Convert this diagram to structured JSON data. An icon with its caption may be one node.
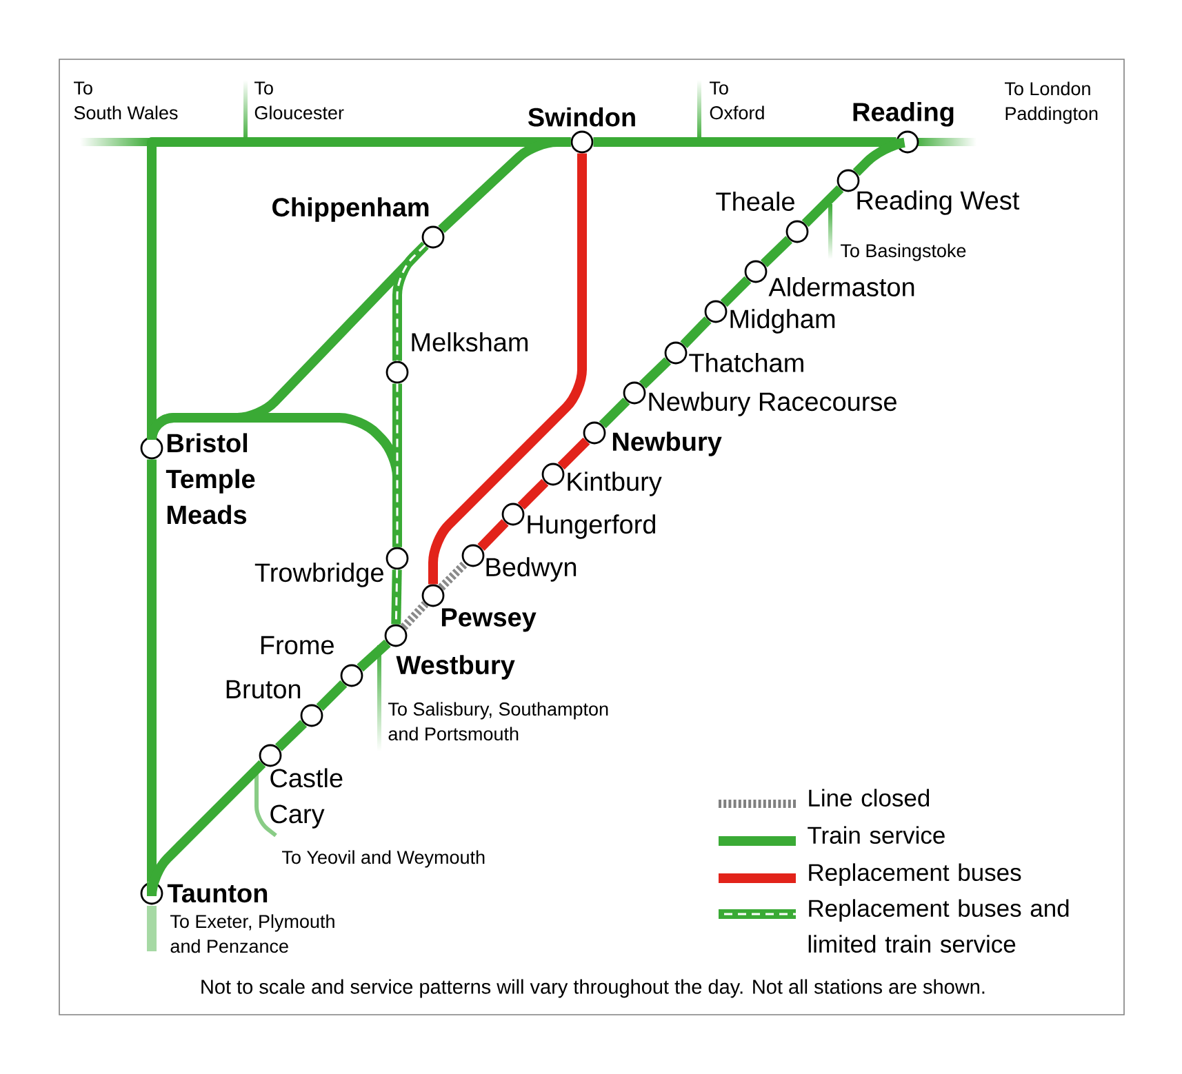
{
  "diagram": {
    "caption": "Not to scale and service patterns will vary throughout the day. Not all stations are shown.",
    "nodes": [
      {
        "text": [],
        "shape": "circle",
        "beside": [
          "Swindon"
        ]
      },
      {
        "text": [],
        "shape": "circle",
        "beside": [
          "Reading"
        ]
      },
      {
        "text": [],
        "shape": "circle",
        "beside": [
          "Chippenham"
        ]
      },
      {
        "text": [],
        "shape": "circle",
        "beside": [
          "Melksham"
        ]
      },
      {
        "text": [],
        "shape": "circle",
        "beside": [
          "Bristol Temple Meads"
        ]
      },
      {
        "text": [],
        "shape": "circle",
        "beside": [
          "Trowbridge"
        ]
      },
      {
        "text": [],
        "shape": "circle",
        "beside": [
          "Pewsey"
        ]
      },
      {
        "text": [],
        "shape": "circle",
        "beside": [
          "Westbury"
        ]
      },
      {
        "text": [],
        "shape": "circle",
        "beside": [
          "Frome"
        ]
      },
      {
        "text": [],
        "shape": "circle",
        "beside": [
          "Bruton"
        ]
      },
      {
        "text": [],
        "shape": "circle",
        "beside": [
          "Castle Cary"
        ]
      },
      {
        "text": [],
        "shape": "circle",
        "beside": [
          "Taunton"
        ]
      },
      {
        "text": [],
        "shape": "circle",
        "beside": [
          "Bedwyn"
        ]
      },
      {
        "text": [],
        "shape": "circle",
        "beside": [
          "Hungerford"
        ]
      },
      {
        "text": [],
        "shape": "circle",
        "beside": [
          "Kintbury"
        ]
      },
      {
        "text": [],
        "shape": "circle",
        "beside": [
          "Newbury"
        ]
      },
      {
        "text": [],
        "shape": "circle",
        "beside": [
          "Newbury Racecourse"
        ]
      },
      {
        "text": [],
        "shape": "circle",
        "beside": [
          "Thatcham"
        ]
      },
      {
        "text": [],
        "shape": "circle",
        "beside": [
          "Midgham"
        ]
      },
      {
        "text": [],
        "shape": "circle",
        "beside": [
          "Aldermaston"
        ]
      },
      {
        "text": [],
        "shape": "circle",
        "beside": [
          "Theale"
        ]
      },
      {
        "text": [],
        "shape": "circle",
        "beside": [
          "Reading West"
        ]
      }
    ],
    "edges": [
      {
        "from": 4,
        "to": 0,
        "arrow": "none"
      },
      {
        "from": 0,
        "to": 1,
        "arrow": "none"
      },
      {
        "from": 0,
        "to": 2,
        "arrow": "none"
      },
      {
        "from": 2,
        "to": 4,
        "arrow": "none"
      },
      {
        "from": 4,
        "to": 5,
        "arrow": "none"
      },
      {
        "from": 4,
        "to": 11,
        "arrow": "none"
      },
      {
        "from": 10,
        "to": 11,
        "arrow": "none"
      },
      {
        "from": 7,
        "to": 8,
        "arrow": "none"
      },
      {
        "from": 8,
        "to": 9,
        "arrow": "none"
      },
      {
        "from": 9,
        "to": 10,
        "arrow": "none"
      },
      {
        "from": 15,
        "to": 16,
        "arrow": "none"
      },
      {
        "from": 16,
        "to": 17,
        "arrow": "none"
      },
      {
        "from": 17,
        "to": 18,
        "arrow": "none"
      },
      {
        "from": 18,
        "to": 19,
        "arrow": "none"
      },
      {
        "from": 19,
        "to": 20,
        "arrow": "none"
      },
      {
        "from": 20,
        "to": 21,
        "arrow": "none"
      },
      {
        "from": 21,
        "to": 1,
        "arrow": "none"
      },
      {
        "from": 12,
        "to": 13,
        "arrow": "none",
        "color": "#e2231a"
      },
      {
        "from": 13,
        "to": 14,
        "arrow": "none",
        "color": "#e2231a"
      },
      {
        "from": 14,
        "to": 15,
        "arrow": "none",
        "color": "#e2231a"
      },
      {
        "from": 6,
        "to": 0,
        "arrow": "none",
        "color": "#e2231a"
      },
      {
        "from": 7,
        "to": 6,
        "arrow": "none",
        "style": "dashed",
        "color": "#8a8a8a"
      },
      {
        "from": 6,
        "to": 12,
        "arrow": "none",
        "style": "dashed",
        "color": "#8a8a8a"
      },
      {
        "from": 2,
        "to": 3,
        "arrow": "none"
      },
      {
        "from": 3,
        "to": 5,
        "arrow": "none"
      },
      {
        "from": 5,
        "to": 7,
        "arrow": "none"
      }
    ],
    "labels": [
      "To South Wales",
      "To Gloucester",
      "To Oxford",
      "To London Paddington",
      "To Basingstoke",
      "To Salisbury, Southampton and Portsmouth",
      "To Yeovil and Weymouth",
      "To Exeter, Plymouth and Penzance"
    ],
    "legend": [
      {
        "text": "Line closed"
      },
      {
        "text": "Train service",
        "color": "#3aaa35"
      },
      {
        "text": "Replacement buses",
        "color": "#e2231a"
      },
      {
        "text": "Replacement buses and limited train service"
      }
    ]
  }
}
